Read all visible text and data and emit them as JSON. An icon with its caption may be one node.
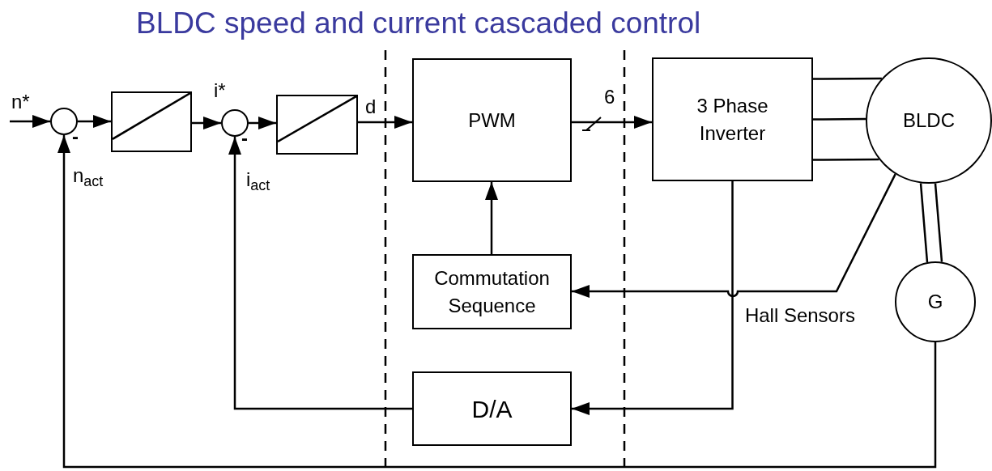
{
  "diagram": {
    "title": "BLDC speed and current cascaded control",
    "nodes": [
      {
        "text": [],
        "shape": "circle"
      },
      {
        "text": [],
        "shape": "box"
      },
      {
        "text": [],
        "shape": "circle"
      },
      {
        "text": [],
        "shape": "box"
      },
      {
        "text": [
          "PWM"
        ]
      },
      {
        "text": [
          "3 Phase Inverter"
        ]
      },
      {
        "text": [
          "BLDC"
        ]
      },
      {
        "text": [
          "Commutation Sequence"
        ]
      },
      {
        "text": [
          "G"
        ]
      },
      {
        "text": [
          "D/A"
        ]
      }
    ],
    "edges": [
      {
        "from": null,
        "to": 0,
        "arrow": "to",
        "label": "n*"
      },
      {
        "from": 0,
        "to": 1,
        "arrow": "to"
      },
      {
        "from": 1,
        "to": 2,
        "arrow": "to",
        "label": "i*"
      },
      {
        "from": 2,
        "to": 3,
        "arrow": "to"
      },
      {
        "from": 3,
        "to": 4,
        "arrow": "to",
        "label": "d"
      },
      {
        "from": 4,
        "to": 5,
        "arrow": "to",
        "label": "6"
      },
      {
        "from": 5,
        "to": 6,
        "arrow": "none"
      },
      {
        "from": 5,
        "to": 6,
        "arrow": "none"
      },
      {
        "from": 5,
        "to": 6,
        "arrow": "none"
      },
      {
        "from": 7,
        "to": 4,
        "arrow": "to"
      },
      {
        "from": 6,
        "to": 7,
        "arrow": "to",
        "label": "Hall Sensors"
      },
      {
        "from": 5,
        "to": 9,
        "arrow": "to"
      },
      {
        "from": 9,
        "to": 2,
        "arrow": "to",
        "label": "i$_{act}$"
      },
      {
        "from": 8,
        "to": 0,
        "arrow": "to",
        "label": "n$_{act}$"
      },
      {
        "from": 6,
        "to": 8,
        "arrow": "none"
      },
      {
        "from": 6,
        "to": 8,
        "arrow": "none"
      }
    ],
    "labels": [
      "-",
      "-"
    ]
  }
}
